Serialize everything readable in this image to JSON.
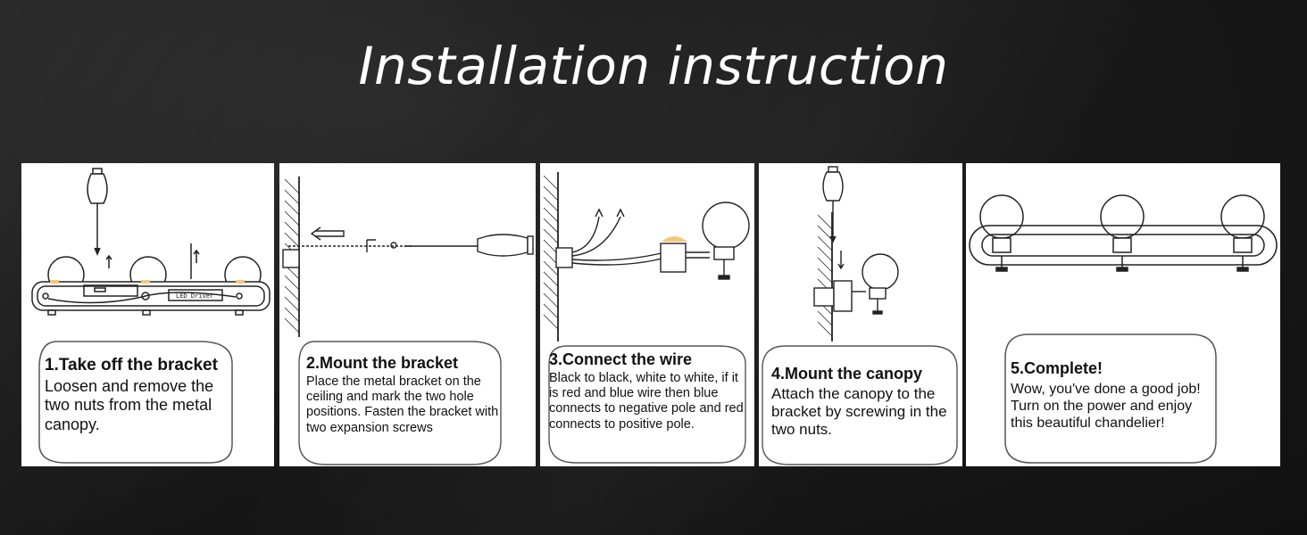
{
  "page": {
    "title": "Installation instruction"
  },
  "steps": [
    {
      "heading": "1.Take off the bracket",
      "body": "Loosen and remove the two nuts from the metal canopy.",
      "diagram_label": "LED Driver"
    },
    {
      "heading": "2.Mount the bracket",
      "body": "Place the metal bracket on the ceiling and mark the two hole positions. Fasten the bracket with two expansion screws"
    },
    {
      "heading": "3.Connect the wire",
      "body": "Black to black, white to white, if it is red and blue wire then blue connects to negative pole and red connects to positive pole."
    },
    {
      "heading": "4.Mount the canopy",
      "body": "Attach the canopy to the bracket by screwing in the two nuts."
    },
    {
      "heading": "5.Complete!",
      "body": "Wow, you've done a good job! Turn on the power and enjoy this beautiful chandelier!"
    }
  ],
  "colors": {
    "background": "#151515",
    "panel": "#ffffff",
    "line": "#222222",
    "accent": "#f2c97a"
  },
  "icons": [
    "screwdriver-icon",
    "wall-icon",
    "globe-bulb-icon",
    "arrow-icon",
    "nut-icon"
  ]
}
